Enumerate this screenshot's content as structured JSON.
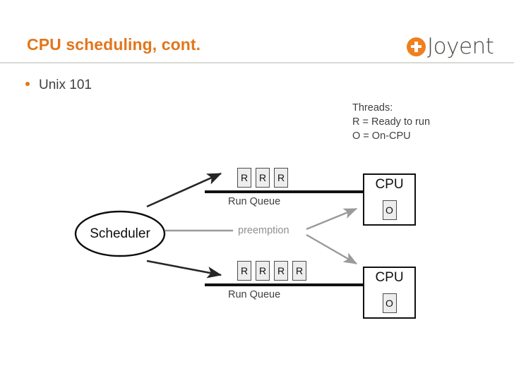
{
  "slide": {
    "title": "CPU scheduling, cont.",
    "bullets": [
      {
        "text": "Unix 101"
      }
    ]
  },
  "brand": {
    "mark_icon": "plus-circle-icon",
    "name": "Joyent",
    "accent_color": "#ef7f1f"
  },
  "legend": {
    "heading": "Threads:",
    "line_ready": "R = Ready to run",
    "line_oncpu": "O = On-CPU"
  },
  "diagram": {
    "scheduler": {
      "label": "Scheduler"
    },
    "preemption": {
      "label": "preemption"
    },
    "queues": [
      {
        "id": "run-queue-top",
        "label": "Run Queue",
        "threads": [
          "R",
          "R",
          "R"
        ]
      },
      {
        "id": "run-queue-bottom",
        "label": "Run Queue",
        "threads": [
          "R",
          "R",
          "R",
          "R"
        ]
      }
    ],
    "cpus": [
      {
        "id": "cpu-top",
        "title": "CPU",
        "thread": "O"
      },
      {
        "id": "cpu-bottom",
        "title": "CPU",
        "thread": "O"
      }
    ],
    "colors": {
      "edge_dispatch": "#262626",
      "edge_preempt": "#9a9a9a",
      "thread_fill": "#ededed",
      "thread_stroke": "#4c4c4c"
    }
  }
}
